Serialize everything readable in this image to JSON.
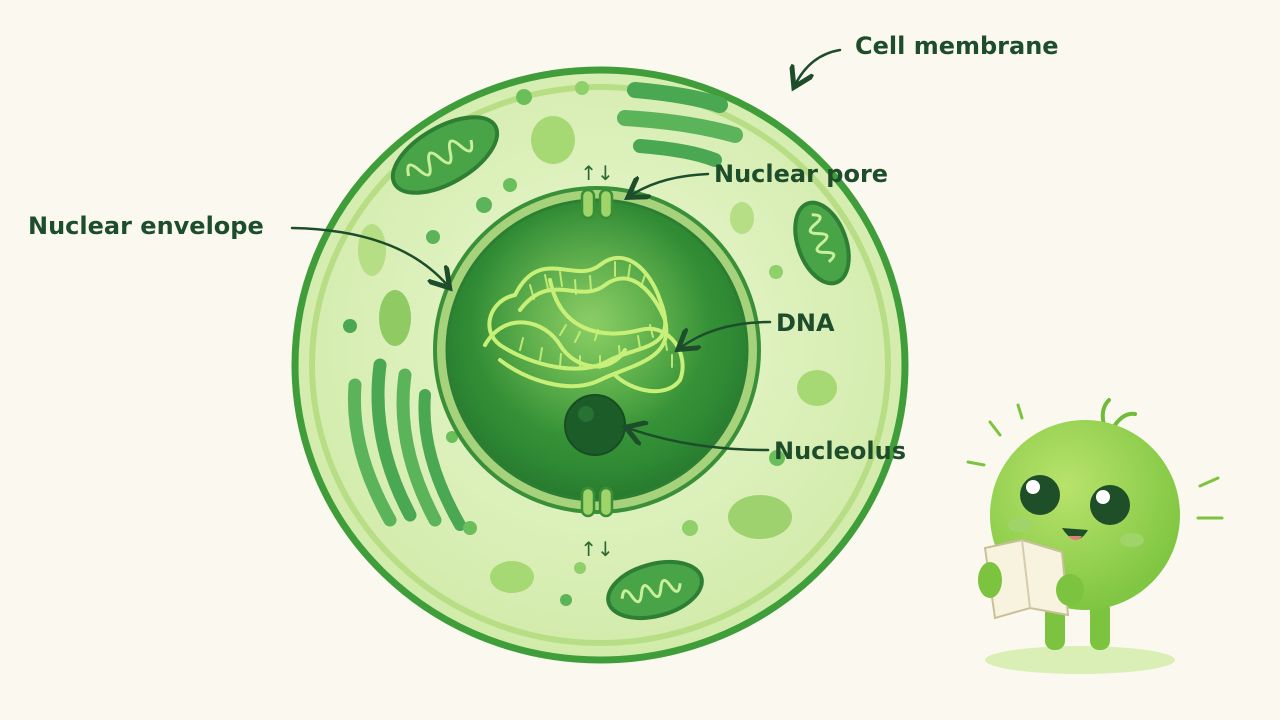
{
  "labels": {
    "cell_membrane": "Cell membrane",
    "nuclear_pore": "Nuclear pore",
    "nuclear_envelope": "Nuclear envelope",
    "dna": "DNA",
    "nucleolus": "Nucleolus"
  },
  "transport_arrows": {
    "top": "↑↓",
    "bottom": "↑↓"
  },
  "colors": {
    "background": "#fbf9ef",
    "membrane": "#3f9e3a",
    "cytoplasm": "#d8efb8",
    "nucleus_dark": "#2f8a34",
    "dna": "#c8f078",
    "label": "#1e4d2b",
    "organelle": "#5bb35a"
  },
  "icons": [
    "cell-mascot-icon",
    "map-paper-icon"
  ]
}
